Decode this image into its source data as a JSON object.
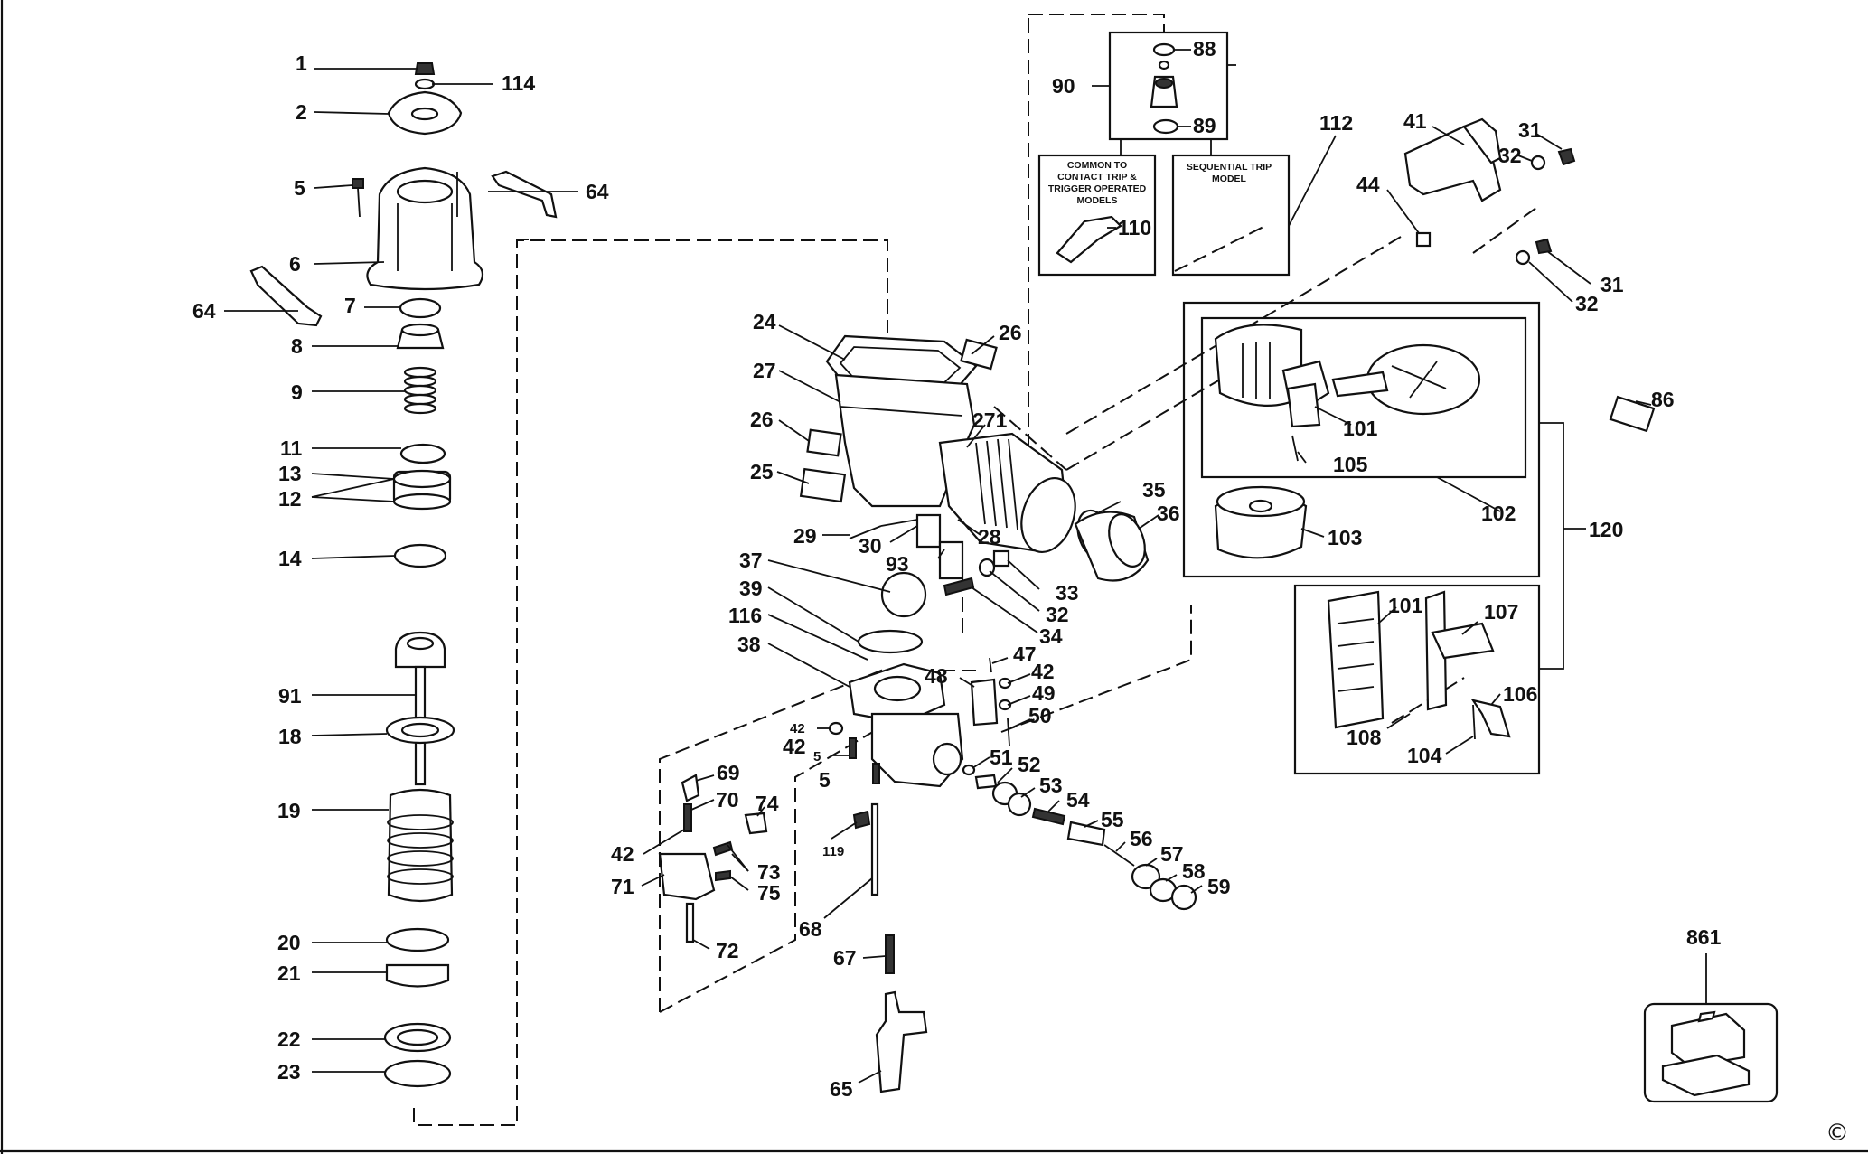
{
  "callouts": {
    "c1": "1",
    "c114": "114",
    "c2": "2",
    "c5a": "5",
    "c64a": "64",
    "c6": "6",
    "c64b": "64",
    "c7": "7",
    "c8": "8",
    "c9": "9",
    "c11": "11",
    "c13": "13",
    "c12": "12",
    "c14": "14",
    "c91": "91",
    "c18": "18",
    "c19": "19",
    "c20": "20",
    "c21": "21",
    "c22": "22",
    "c23": "23",
    "c24": "24",
    "c26a": "26",
    "c27": "27",
    "c26b": "26",
    "c271": "271",
    "c25": "25",
    "c29": "29",
    "c30": "30",
    "c28": "28",
    "c93": "93",
    "c37": "37",
    "c39": "39",
    "c116": "116",
    "c38": "38",
    "c33": "33",
    "c32a": "32",
    "c34": "34",
    "c35": "35",
    "c36": "36",
    "c47": "47",
    "c42a": "42",
    "c48": "48",
    "c49": "49",
    "c50": "50",
    "c42b": "42",
    "c42c": "42",
    "c5b": "5",
    "c5c": "5",
    "c51": "51",
    "c52": "52",
    "c53": "53",
    "c54": "54",
    "c55": "55",
    "c56": "56",
    "c57": "57",
    "c58": "58",
    "c59": "59",
    "c69": "69",
    "c70": "70",
    "c74": "74",
    "c42d": "42",
    "c73": "73",
    "c71": "71",
    "c75": "75",
    "c119": "119",
    "c72": "72",
    "c68": "68",
    "c67": "67",
    "c65": "65",
    "c88": "88",
    "c90": "90",
    "c89": "89",
    "c112": "112",
    "c110": "110",
    "c41": "41",
    "c31a": "31",
    "c32b": "32",
    "c44": "44",
    "c31b": "31",
    "c32c": "32",
    "c86": "86",
    "c101a": "101",
    "c105": "105",
    "c102": "102",
    "c103": "103",
    "c120": "120",
    "c101b": "101",
    "c107": "107",
    "c106": "106",
    "c108": "108",
    "c104": "104",
    "c861": "861"
  },
  "box_common": [
    "COMMON TO",
    "CONTACT TRIP &",
    "TRIGGER OPERATED",
    "MODELS"
  ],
  "box_sequential": [
    "SEQUENTIAL TRIP",
    "MODEL"
  ],
  "copyright_symbol": "©"
}
